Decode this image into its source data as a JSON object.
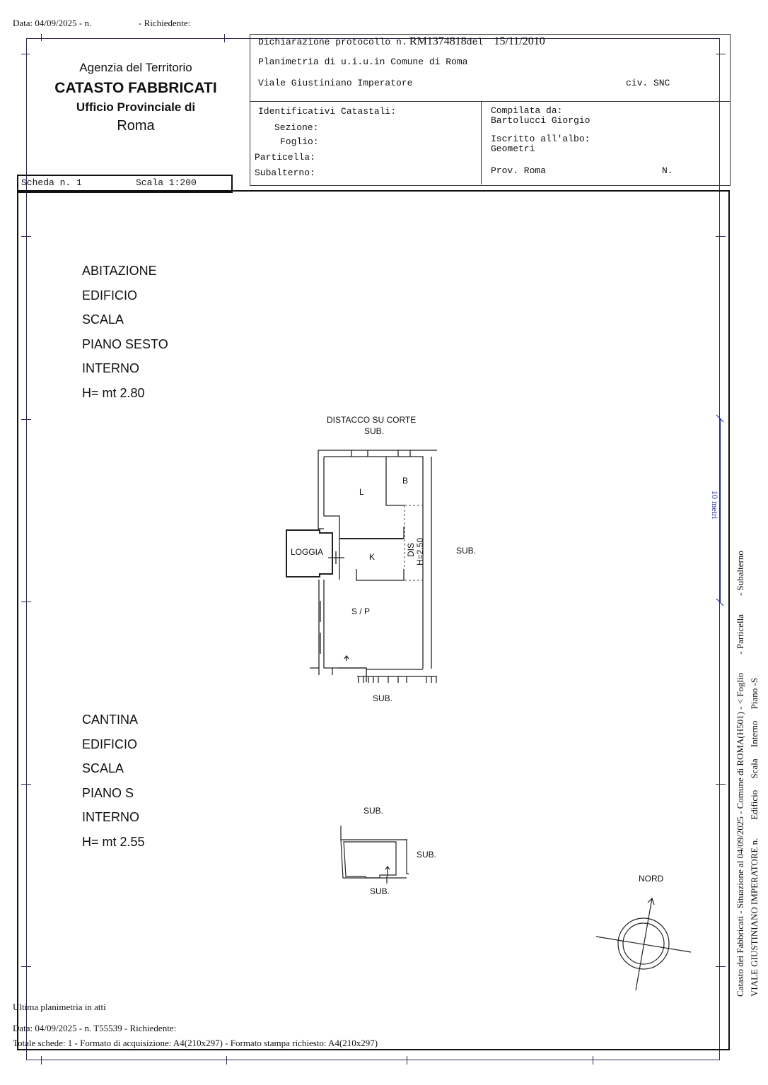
{
  "top_header": {
    "data_line": "Data: 04/09/2025 - n.",
    "richiedente": "- Richiedente:"
  },
  "agency": {
    "line1": "Agenzia del Territorio",
    "line2": "CATASTO FABBRICATI",
    "line3": "Ufficio Provinciale di",
    "line4": "Roma"
  },
  "declaration": {
    "protocol_label": "Dichiarazione protocollo n.",
    "protocol_number": "RM1374818",
    "del_label": "del",
    "date": "15/11/2010",
    "planimetria": "Planimetria di u.i.u.in Comune di Roma",
    "address": "Viale Giustiniano Imperatore",
    "civ": "civ. SNC"
  },
  "identificativi": {
    "title": "Identificativi Catastali:",
    "sezione": "Sezione:",
    "foglio": "Foglio:",
    "particella": "Particella:",
    "subalterno": "Subalterno:"
  },
  "compilata": {
    "label": "Compilata da:",
    "name": "Bartolucci Giorgio",
    "albo_label": "Iscritto all'albo:",
    "albo": "Geometri",
    "prov": "Prov. Roma",
    "n": "N."
  },
  "scheda": {
    "label": "Scheda n. 1",
    "scala": "Scala 1:200"
  },
  "abitazione": {
    "lines": [
      "ABITAZIONE",
      "EDIFICIO",
      "SCALA",
      "PIANO SESTO",
      "INTERNO",
      "H= mt 2.80"
    ]
  },
  "cantina": {
    "lines": [
      "CANTINA",
      "EDIFICIO",
      "SCALA",
      "PIANO S",
      "INTERNO",
      "H= mt 2.55"
    ]
  },
  "plan": {
    "distacco": "DISTACCO SU CORTE",
    "sub": "SUB.",
    "rooms": {
      "L": "L",
      "B": "B",
      "loggia": "LOGGIA",
      "K": "K",
      "dis": "DIS",
      "h": "H=2.50",
      "sp": "S / P"
    }
  },
  "compass": {
    "label": "NORD"
  },
  "scale_bar": {
    "label": "10 metri"
  },
  "side": {
    "line1": "Catasto dei Fabbricati - Situazione al 04/09/2025 - Comune di ROMA(H501) - < Foglio        - Particella        - Subalterno",
    "line2": "VIALE GIUSTINIANO IMPERATORE n.        Edificio     Scala     Interno     Piano -S"
  },
  "footer": {
    "ultima": "Ultima planimetria in atti",
    "data": "Data: 04/09/2025 - n. T55539 - Richiedente:",
    "totale": "Totale schede: 1 - Formato di acquisizione: A4(210x297)  - Formato stampa richiesto: A4(210x297)"
  }
}
